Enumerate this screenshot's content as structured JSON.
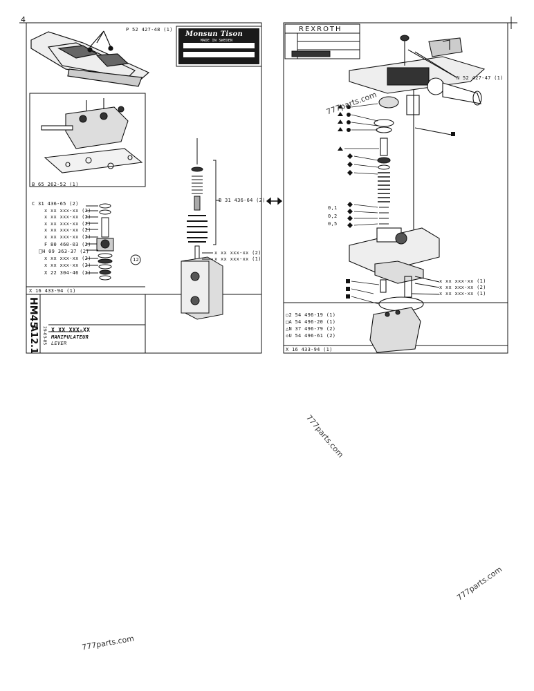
{
  "page_number": "4",
  "left_panel": {
    "top_part": "P 52 427-48 (1)",
    "brand_plate": {
      "brand": "Monsun Tison",
      "made_in": "MADE IN SWEDEN"
    },
    "bracket_part": "B 65 262-52 (1)",
    "cartridge_part": "B 31 436-64 (2)",
    "cartridge_items": [
      "x xx xxx-xx (2)",
      "x xx xxx-xx (1)"
    ],
    "parts_list": [
      "C 31 436-65 (2)",
      "x xx xxx-xx (2)",
      "x xx xxx-xx (2)",
      "x xx xxx-xx (2)",
      "x xx xxx-xx (2)",
      "x xx xxx-xx (2)",
      "F 80 460-03 (2)",
      "H 09 363-37 (2)",
      "x xx xxx-xx (2)",
      "x xx xxx-xx (2)",
      "X 22 304-46 (2)"
    ],
    "callout_number": "12",
    "footer_part": "X 16 433-94 (1)",
    "model": "HM45",
    "section": "A12.1",
    "date": "29-03-85",
    "ref_number": "X XX XXX-XX",
    "title_fr": "MANIPULATEUR",
    "title_en": "LEVER"
  },
  "right_panel": {
    "brand": "REXROTH",
    "top_part": "N 52 427-47 (1)",
    "shim_labels": [
      "0,1",
      "0,2",
      "0,5"
    ],
    "bottom_parts": [
      "x xx xxx-xx (1)",
      "x xx xxx-xx (2)",
      "x xx xxx-xx (1)"
    ],
    "legend": [
      {
        "symbol": "○",
        "text": "2 54 496-19 (1)"
      },
      {
        "symbol": "□",
        "text": "A 54 496-20 (1)"
      },
      {
        "symbol": "△",
        "text": "N 37 496-79 (2)"
      },
      {
        "symbol": "◇",
        "text": "U 54 496-61 (2)"
      }
    ],
    "footer_part": "X 16 433-94 (1)"
  },
  "watermarks": [
    "777parts.com",
    "777parts.com",
    "777parts.com",
    "777parts.com"
  ]
}
